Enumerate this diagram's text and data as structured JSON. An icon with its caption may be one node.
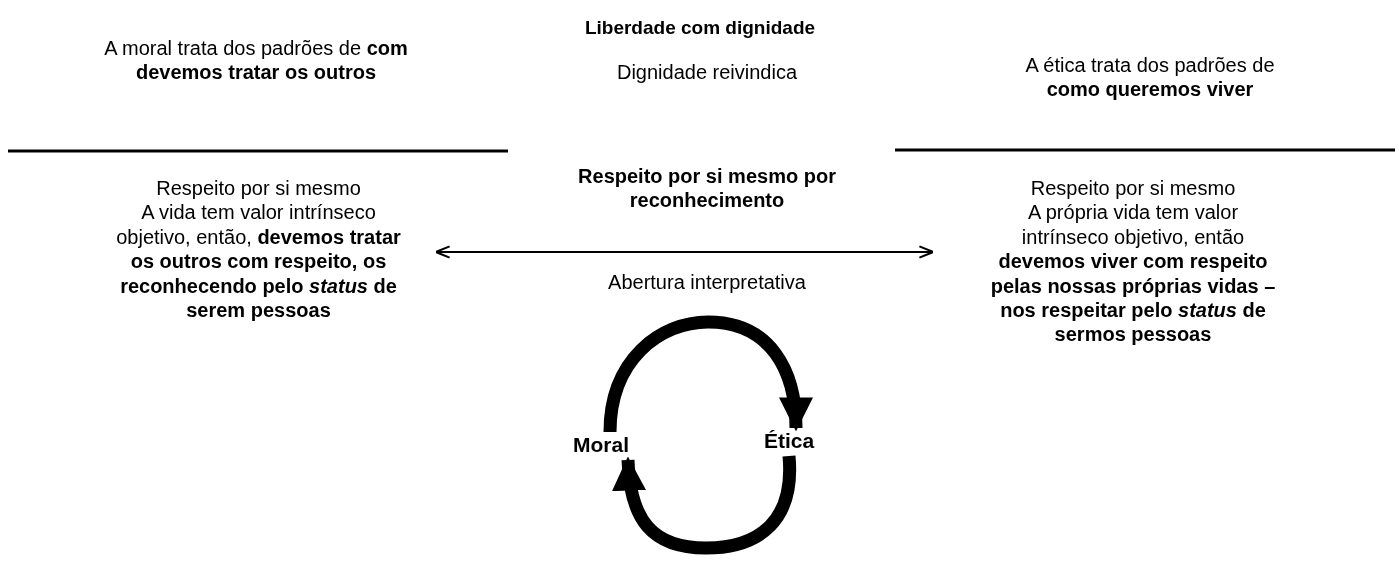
{
  "diagram": {
    "title": "Liberdade com dignidade",
    "nodes": [
      {
        "text": [
          "A moral trata dos padrões de **com devemos tratar os outros**"
        ]
      },
      {
        "text": [
          "Respeito por si mesmo",
          "A vida tem valor intrínseco objetivo, então, **devemos tratar os outros com respeito, os reconhecendo pelo *status* de serem pessoas**"
        ]
      },
      {
        "text": [
          "A ética trata dos padrões de **como queremos viver**"
        ]
      },
      {
        "text": [
          "Respeito por si mesmo",
          "A própria vida tem valor intrínseco objetivo, então **devemos viver com respeito pelas nossas próprias vidas – nos respeitar pelo *status* de sermos pessoas**"
        ]
      },
      {
        "text": [
          "Moral"
        ]
      },
      {
        "text": [
          "Ética"
        ]
      }
    ],
    "edges": [
      {
        "from": 1,
        "to": 3,
        "arrow": "both"
      },
      {
        "from": 4,
        "to": 5,
        "arrow": "to"
      },
      {
        "from": 5,
        "to": 4,
        "arrow": "to"
      }
    ],
    "labels": [
      "Dignidade reivindica",
      "Respeito por si mesmo por reconhecimento",
      "Abertura interpretativa"
    ]
  }
}
